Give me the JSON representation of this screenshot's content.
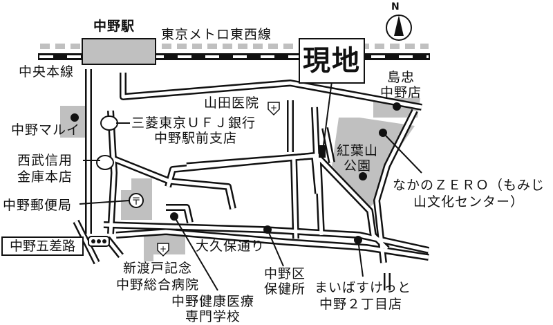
{
  "map": {
    "north_label": "N",
    "site_label": "現地",
    "colors": {
      "building": "#c0c0c0",
      "road": "#111111",
      "background": "#ffffff",
      "metro_dash": "#c0c0c0"
    },
    "railways": [
      {
        "id": "chuo",
        "label": "中央本線"
      },
      {
        "id": "tozai",
        "label": "東京メトロ東西線"
      }
    ],
    "station": {
      "label": "中野駅"
    },
    "roads": [
      {
        "label": "大久保通り"
      }
    ],
    "intersection": {
      "label": "中野五差路"
    },
    "landmarks": [
      {
        "id": "marui",
        "lines": [
          "中野マルイ"
        ],
        "icon": "dot"
      },
      {
        "id": "mufg",
        "lines": [
          "三菱東京ＵＦＪ銀行",
          "中野駅前支店"
        ],
        "icon": "bank"
      },
      {
        "id": "seibu",
        "lines": [
          "西武信用",
          "金庫本店"
        ],
        "icon": "bank"
      },
      {
        "id": "post",
        "lines": [
          "中野郵便局"
        ],
        "icon": "post-office"
      },
      {
        "id": "yamada",
        "lines": [
          "山田医院"
        ],
        "icon": "hospital"
      },
      {
        "id": "shimachu",
        "lines": [
          "島忠",
          "中野店"
        ],
        "icon": "dot"
      },
      {
        "id": "park",
        "lines": [
          "紅葉山",
          "公園"
        ],
        "icon": "park"
      },
      {
        "id": "zero",
        "lines": [
          "なかのＺＥＲＯ（もみじ",
          "山文化センター）"
        ],
        "icon": "dot"
      },
      {
        "id": "hospital",
        "lines": [
          "新渡戸記念",
          "中野総合病院"
        ],
        "icon": "hospital"
      },
      {
        "id": "school",
        "lines": [
          "中野健康医療",
          "専門学校"
        ],
        "icon": "dot"
      },
      {
        "id": "hokenjo",
        "lines": [
          "中野区",
          "保健所"
        ],
        "icon": "dot"
      },
      {
        "id": "maibasket",
        "lines": [
          "まいばすけっと",
          "中野２丁目店"
        ],
        "icon": "dot"
      }
    ]
  }
}
